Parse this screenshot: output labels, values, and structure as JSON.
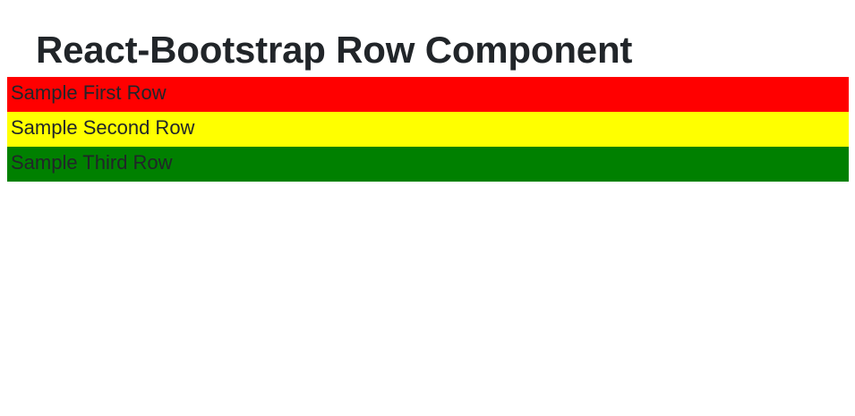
{
  "page": {
    "background_color": "#ffffff",
    "text_color": "#212529"
  },
  "header": {
    "title": "React-Bootstrap Row Component"
  },
  "main": {
    "rows": [
      {
        "label": "Sample First Row",
        "background_color": "#ff0000",
        "text_color": "#212529"
      },
      {
        "label": "Sample Second Row",
        "background_color": "#ffff00",
        "text_color": "#212529"
      },
      {
        "label": "Sample Third Row",
        "background_color": "#008000",
        "text_color": "#212529"
      }
    ]
  }
}
